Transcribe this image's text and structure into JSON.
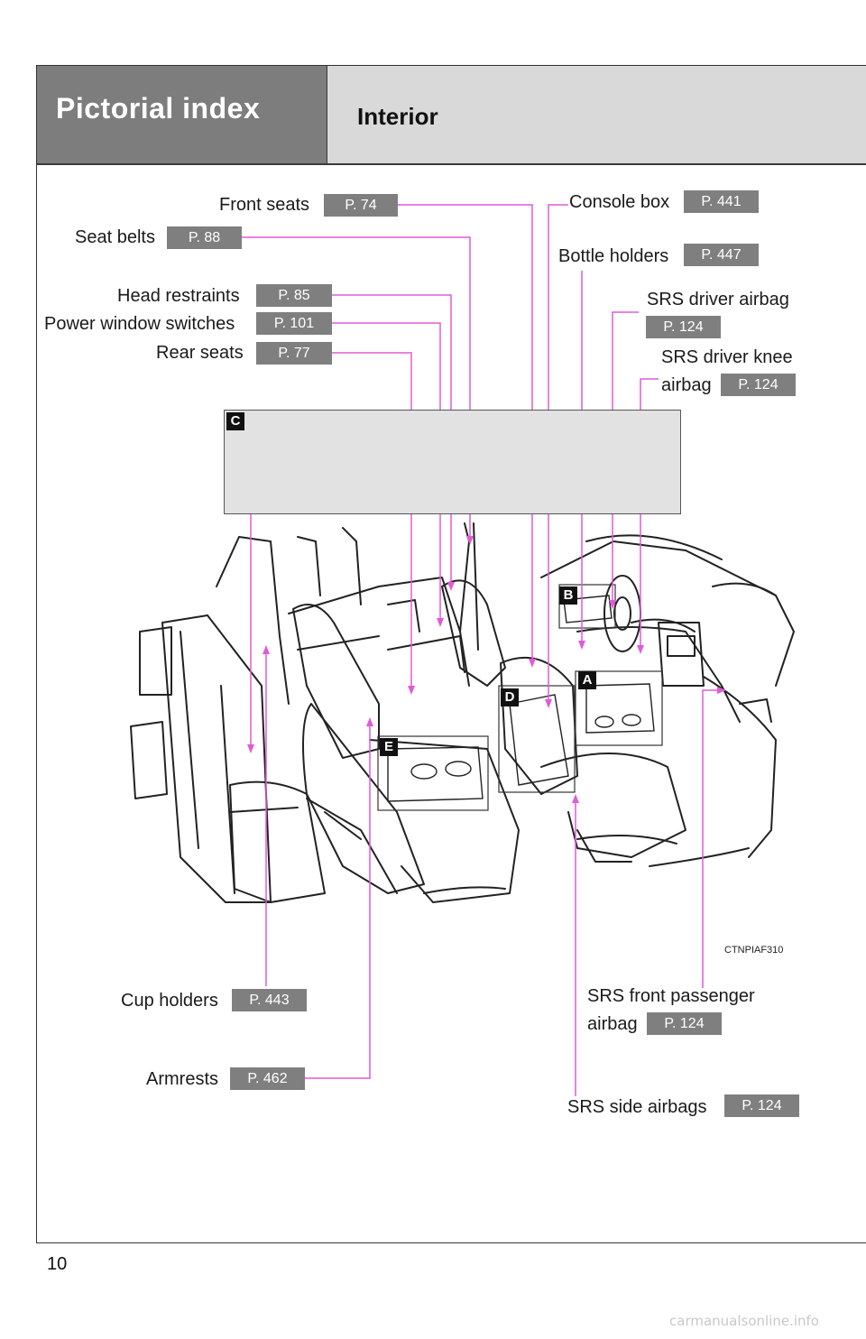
{
  "header": {
    "section_title": "Pictorial index",
    "subsection_title": "Interior"
  },
  "callouts": {
    "front_seats": {
      "label": "Front seats",
      "page": "P. 74"
    },
    "seat_belts": {
      "label": "Seat belts",
      "page": "P. 88"
    },
    "head_restraints": {
      "label": "Head restraints",
      "page": "P. 85"
    },
    "power_window_switches": {
      "label": "Power window switches",
      "page": "P. 101"
    },
    "rear_seats": {
      "label": "Rear seats",
      "page": "P. 77"
    },
    "console_box": {
      "label": "Console box",
      "page": "P. 441"
    },
    "bottle_holders": {
      "label": "Bottle holders",
      "page": "P. 447"
    },
    "srs_driver_airbag": {
      "label": "SRS driver airbag",
      "page": "P. 124"
    },
    "srs_driver_knee_airbag": {
      "label_line1": "SRS driver knee",
      "label_line2": "airbag",
      "page": "P. 124"
    },
    "cup_holders": {
      "label": "Cup holders",
      "page": "P. 443"
    },
    "armrests": {
      "label": "Armrests",
      "page": "P. 462"
    },
    "srs_front_passenger_airbag": {
      "label_line1": "SRS front passenger",
      "label_line2": "airbag",
      "page": "P. 124"
    },
    "srs_side_airbags": {
      "label": "SRS side airbags",
      "page": "P. 124"
    }
  },
  "detail_tags": {
    "a": "A",
    "b": "B",
    "c": "C",
    "d": "D",
    "e": "E"
  },
  "illustration_code": "CTNPIAF310",
  "page_number": "10",
  "watermark": "carmanualsonline.info",
  "colors": {
    "leader_line": "#e15ad8",
    "badge": "#7f7f7f",
    "header_dark": "#7d7d7d",
    "header_light": "#d9d9d9"
  }
}
